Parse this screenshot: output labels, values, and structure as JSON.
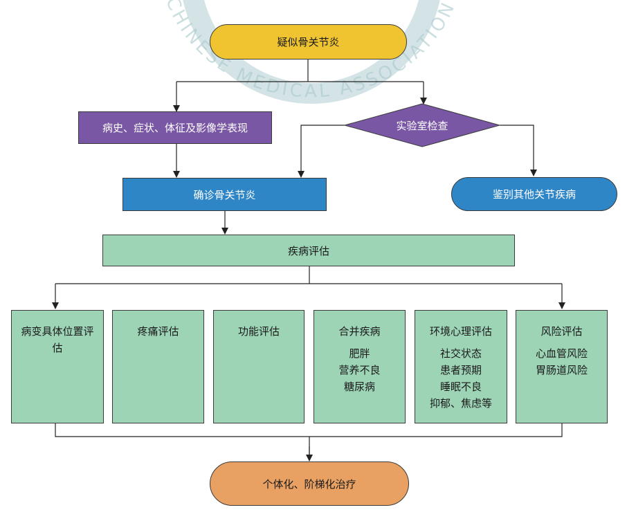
{
  "nodes": {
    "suspected": "疑似骨关节炎",
    "history": "病史、症状、体征及影像学表现",
    "lab": "实验室检查",
    "confirmed": "确诊骨关节炎",
    "differential": "鉴别其他关节疾病",
    "assessment": "疾病评估",
    "treatment": "个体化、阶梯化治疗"
  },
  "boxes": [
    {
      "title": "病变具体位置评估",
      "items": []
    },
    {
      "title": "疼痛评估",
      "items": []
    },
    {
      "title": "功能评估",
      "items": []
    },
    {
      "title": "合并疾病",
      "items": [
        "肥胖",
        "营养不良",
        "糖尿病"
      ]
    },
    {
      "title": "环境心理评估",
      "items": [
        "社交状态",
        "患者预期",
        "睡眠不良",
        "抑郁、焦虑等"
      ]
    },
    {
      "title": "风险评估",
      "items": [
        "心血管风险",
        "胃肠道风险"
      ]
    }
  ],
  "watermark": {
    "text": "CHINESE MEDICAL ASSOCIATION"
  },
  "colors": {
    "suspected": "#f0c431",
    "history": "#7a57a5",
    "lab": "#7a57a5",
    "confirmed": "#2f86c6",
    "differential": "#2f86c6",
    "assessment": "#9dd4b5",
    "boxes": "#9dd4b5",
    "treatment": "#e8a163"
  }
}
